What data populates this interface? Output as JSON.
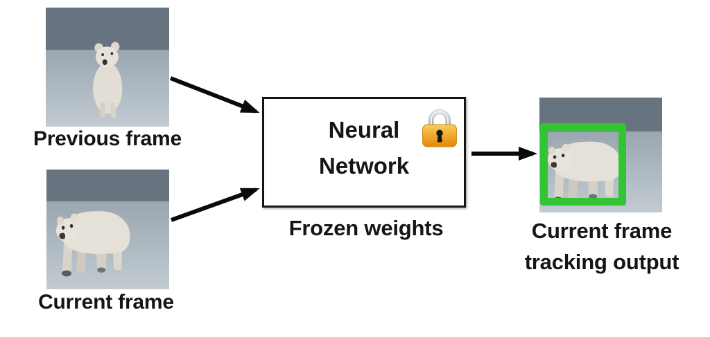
{
  "nodes": {
    "previous_frame": {
      "label": "Previous frame"
    },
    "current_frame": {
      "label": "Current frame"
    },
    "neural_network": {
      "line1": "Neural",
      "line2": "Network",
      "caption": "Frozen weights",
      "icon": "lock-icon"
    },
    "output": {
      "line1": "Current frame",
      "line2": "tracking output"
    }
  },
  "arrows": [
    {
      "name": "previous-frame-to-network"
    },
    {
      "name": "current-frame-to-network"
    },
    {
      "name": "network-to-output"
    }
  ],
  "colors": {
    "arrow": "#0a0a0a",
    "box_border": "#141414",
    "bbox_green": "#33c433",
    "lock_gold": "#f2a82b",
    "lock_shackle": "#b9bdc0",
    "sky": "#67737f",
    "snow": "#c2cbd2",
    "bear": "#e6e1d8"
  }
}
